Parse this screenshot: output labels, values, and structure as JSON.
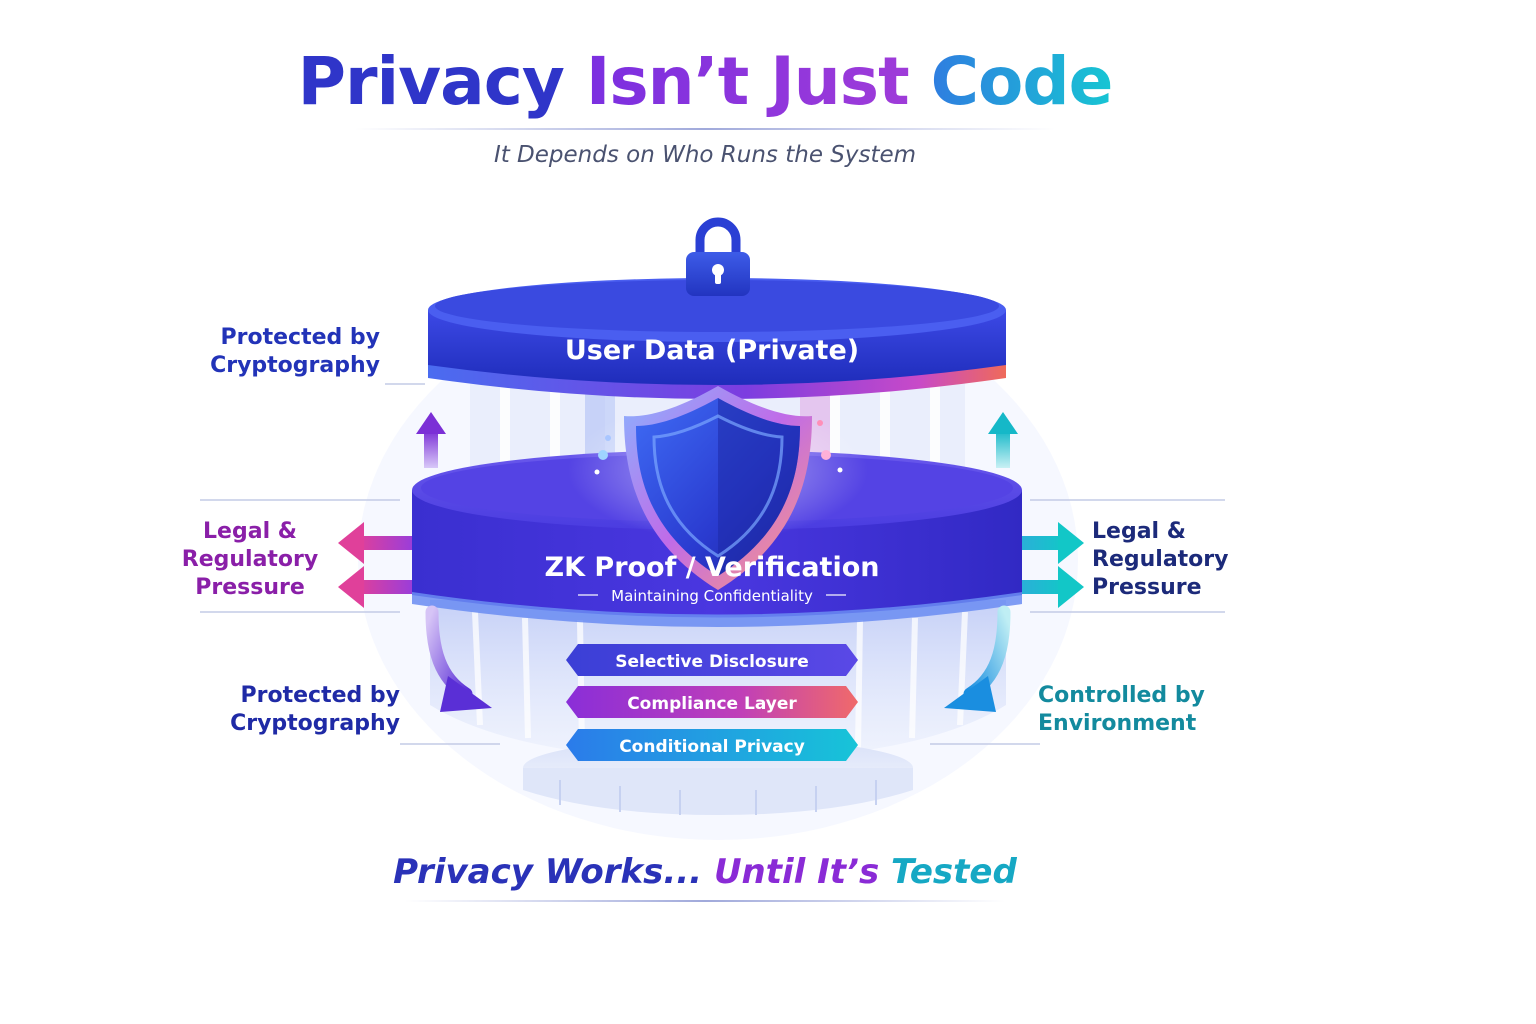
{
  "title": {
    "part1": "Privacy ",
    "part2": "Isn’t Just ",
    "part3": "Code"
  },
  "subtitle": "It Depends on Who Runs the System",
  "layers": {
    "top": "User Data (Private)",
    "middle": "ZK Proof / Verification",
    "middle_sub": "Maintaining Confidentiality"
  },
  "stack_buttons": [
    "Selective Disclosure",
    "Compliance Layer",
    "Conditional Privacy"
  ],
  "labels": {
    "top_left": [
      "Protected by",
      "Cryptography"
    ],
    "mid_left": [
      "Legal &",
      "Regulatory",
      "Pressure"
    ],
    "mid_right": [
      "Legal &",
      "Regulatory",
      "Pressure"
    ],
    "bottom_left": [
      "Protected by",
      "Cryptography"
    ],
    "bottom_right": [
      "Controlled by",
      "Environment"
    ]
  },
  "footer": {
    "part1": "Privacy Works... ",
    "part2": "Until It’s ",
    "part3": "Tested"
  },
  "icons": {
    "lock": "lock-icon",
    "shield": "shield-icon",
    "arrow_up": "arrow-up-icon",
    "arrow_left": "arrow-left-icon",
    "arrow_right": "arrow-right-icon",
    "arrow_curve": "curved-arrow-icon"
  },
  "colors": {
    "indigo": "#2e35c8",
    "purple": "#8a2bd6",
    "magenta": "#d83a9a",
    "teal": "#14b1c9",
    "navy": "#1c2a9c"
  }
}
